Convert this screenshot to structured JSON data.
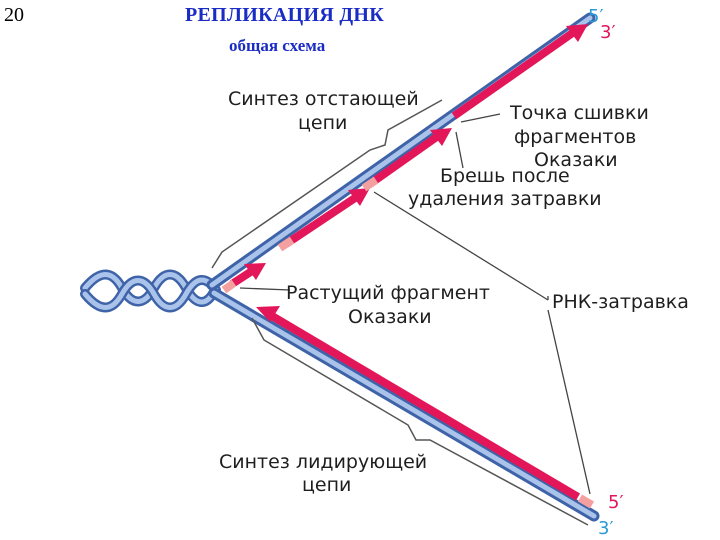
{
  "slide_number": "20",
  "title": "РЕПЛИКАЦИЯ ДНК",
  "subtitle": "общая схема",
  "labels": {
    "lagging_synthesis": [
      "Синтез отстающей",
      "цепи"
    ],
    "ligation_point": [
      "Точка сшивки",
      "фрагментов",
      "Оказаки"
    ],
    "gap_after_primer": [
      "Брешь после",
      "удаления затравки"
    ],
    "growing_fragment": [
      "Растущий фрагмент",
      "Оказаки"
    ],
    "rna_primer": "РНК-затравка",
    "leading_synthesis": [
      "Синтез лидирующей",
      "цепи"
    ]
  },
  "ends": {
    "top_5": "5′",
    "top_3": "3′",
    "bottom_5": "5′",
    "bottom_3": "3′"
  },
  "colors": {
    "title": "#1a2cc4",
    "dna_strand": "#7fa6de",
    "new_strand": "#e3165a",
    "primer": "#f4a0a0",
    "end_5_label": "#2a9ad6",
    "end_3_label": "#e3165a"
  }
}
